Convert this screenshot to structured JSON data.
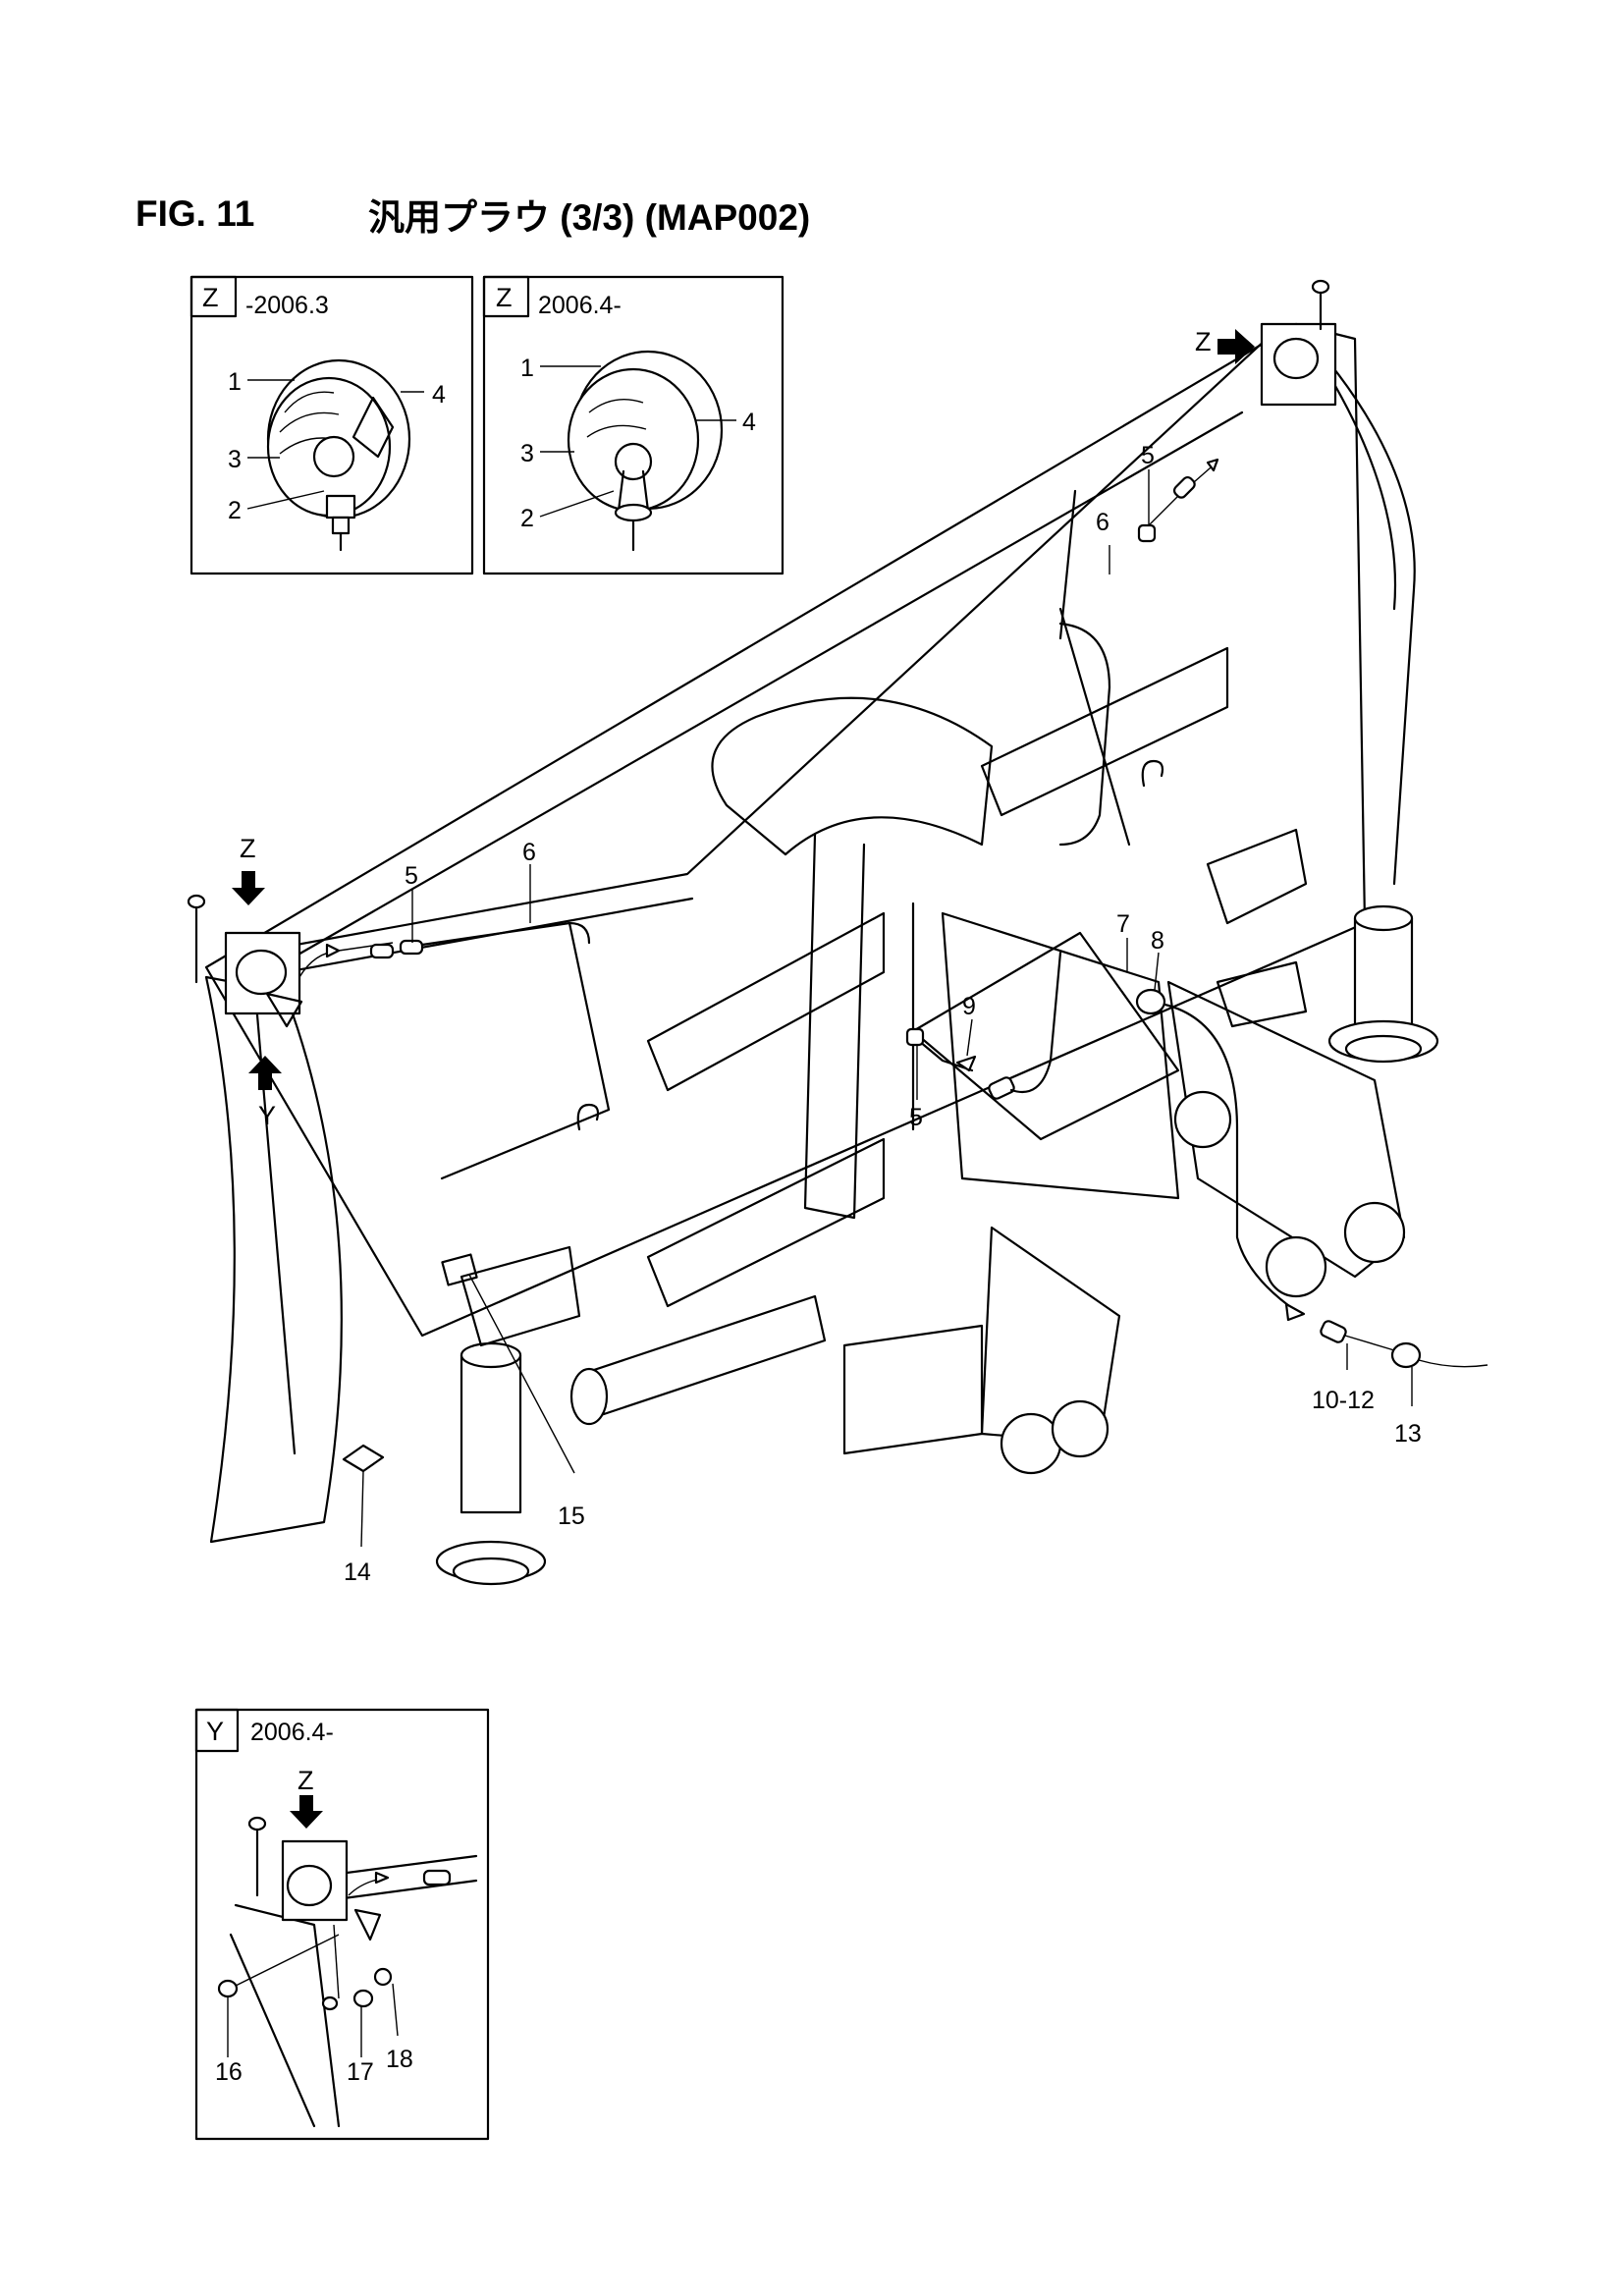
{
  "figure": {
    "number": "FIG. 11",
    "title": "汎用プラウ (3/3) (MAP002)"
  },
  "insets": [
    {
      "id": "inset-z-old",
      "view_letter": "Z",
      "date_range": "-2006.3",
      "callouts": [
        "1",
        "4",
        "3",
        "2"
      ]
    },
    {
      "id": "inset-z-new",
      "view_letter": "Z",
      "date_range": "2006.4-",
      "callouts": [
        "1",
        "3",
        "4",
        "2"
      ]
    },
    {
      "id": "inset-y",
      "view_letter": "Y",
      "date_range": "2006.4-",
      "view_arrow_letter": "Z",
      "callouts": [
        "16",
        "17",
        "18"
      ]
    }
  ],
  "view_arrows": {
    "right_z": "Z",
    "left_z": "Z",
    "left_y": "Y"
  },
  "callouts": {
    "c6_right": "6",
    "c5_right": "5",
    "c5_left": "5",
    "c6_left": "6",
    "c7": "7",
    "c8": "8",
    "c9": "9",
    "c5_center": "5",
    "c10_12": "10-12",
    "c13": "13",
    "c14": "14",
    "c15": "15"
  }
}
